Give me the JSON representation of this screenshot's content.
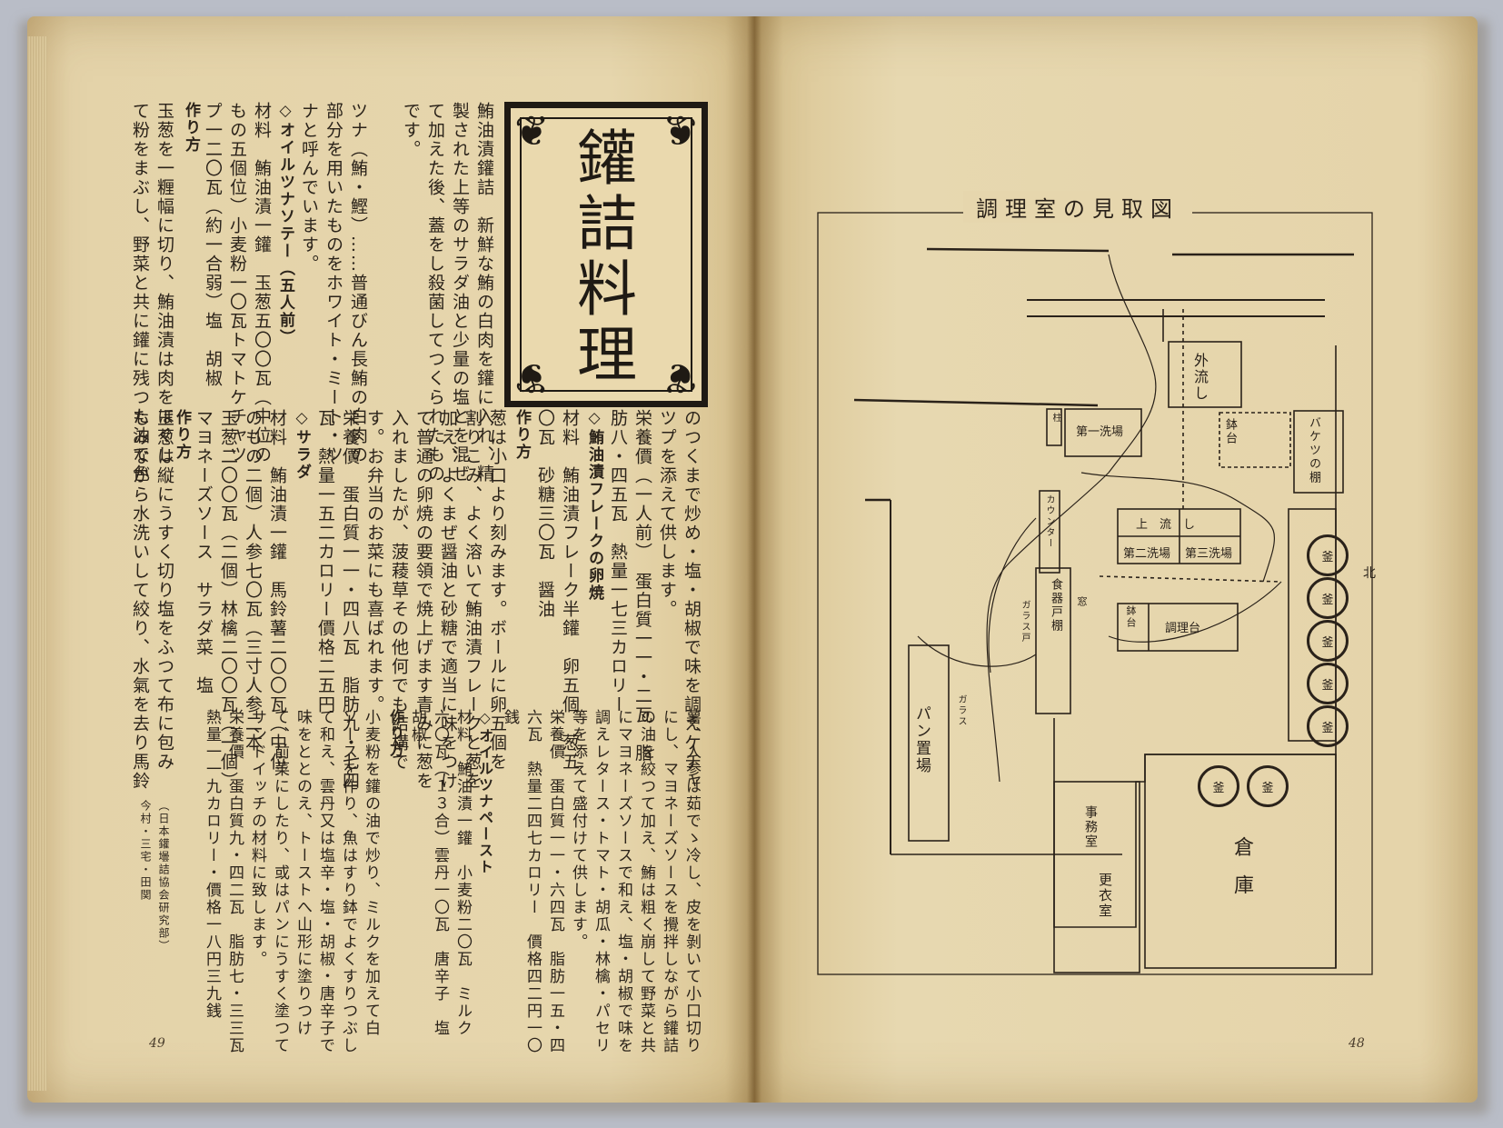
{
  "left_page": {
    "title": "鑵詰料理",
    "page_number": "49",
    "column_1": "鮪油漬鑵詰　新鮮な鮪の白肉を鑵に入れ、精\n製された上等のサラダ油と少量の塩とを混ぜ\nて加えた後、蓋をし殺菌してつくられたもの\nです。",
    "column_2": "ツナ（鮪・鰹）……普通びん長鮪の白肉の\n部分を用いたものをホワイト・ミート・ツ\nナと呼んでいます。",
    "section_oil_tuna_title": "◇オイルツナソテー（五人前）",
    "oil_tuna_materials": "材料　鮪油漬一鑵　玉葱五〇〇瓦（中位の\nもの五個位）小麦粉一〇瓦トマトケチャツ\nプ一二〇瓦（約一合弱）塩　胡椒",
    "oil_tuna_method_label": "作り方",
    "oil_tuna_method": "玉葱を一糎幅に切り、鮪油漬は肉をほぐし\nて粉をまぶし、野菜と共に鑵に残つた油で色",
    "lower_column_1": "のつくまで炒め・塩・胡椒で味を調えケチャ\nツプを添えて供します。\n栄養價（一人前）　蛋白質一一・二瓦　脂\n肪八・四五瓦　熱量一七三カロリー",
    "flake_title": "◇鮪油漬フレークの卵焼",
    "flake_materials": "材料　鮪油漬フレーク半鑵　卵五個　葱五\n〇瓦　砂糖三〇瓦　醤油",
    "flake_method_label": "作り方",
    "flake_method": "葱は小口より刻みます。ボールに卵五個を\n割りこみ、よく溶いて鮪油漬フレークと葱を\n加え、よくまぜ醤油と砂糖で適当に味をつけ\nて普通の卵焼の要領で焼上げます青みに葱を\n入れましたが、菠薐草その他何でも結構で\nす。お弁当のお菜にも喜ばれます。\n栄養價　蛋白質一一・四八瓦　脂肪九・七四\n瓦　熱量一五二カロリー價格二五円",
    "salad_title": "◇サラダ",
    "salad_materials": "材料　鮪油漬一鑵　馬鈴薯二〇〇瓦（中位\nのもの二個）人参七〇瓦（三寸人参二本\n玉葱二〇〇瓦（二個）林檎二〇〇瓦（一個）\nマヨネーズソース　サラダ菜　塩",
    "salad_method_label": "作り方",
    "salad_method": "玉葱は縦にうすく切り塩をふつて布に包み\nもみながら水洗いして絞り、水氣を去り馬鈴",
    "lower_column_2": "薯、人参は茹でゝ冷し、皮を剝いて小口切り\nにし、マヨネーズソースを攪拌しながら鑵詰\nの油を絞つて加え、鮪は粗く崩して野菜と共\nにマヨネーズソースで和え、塩・胡椒で味を\n調えレタース・トマト・胡瓜・林檎・パセリ\n等を添えて盛付けて供します。\n栄養價　蛋白質一一・六四瓦　脂肪一五・四\n六瓦　熱量二四七カロリー　價格四二円一〇\n銭",
    "paste_title": "◇オイルツナペースト",
    "paste_materials": "材料　鮪油漬一鑵　小麦粉二〇瓦　ミルク\n六〇瓦（１３合）雲丹一〇瓦　唐辛子　塩\n胡椒",
    "paste_method_label": "作り方",
    "paste_method": "小麦粉を鑵の油で炒り、ミルクを加えて白\nソースを作り、魚はすり鉢でよくすりつぶし\nて和え、雲丹又は塩辛・塩・胡椒・唐辛子で\n味をととのえ、トーストへ山形に塗りつけ\nて、前菜にしたり、或はパンにうすく塗つて\nサンドイッチの材料に致します。\n栄養價　蛋白質九・四二瓦　脂肪七・三三瓦\n熱量一一九カロリー・價格一八円三九銭",
    "credit": "（日本鑵壜詰協会研究部）\n今村・三宅・田関"
  },
  "right_page": {
    "page_number": "48",
    "diagram_title": "調理室の見取図",
    "labels": {
      "outer_sink": "外流し",
      "wash_1": "第一洗場",
      "wash_2": "第二洗場",
      "wash_3": "第三洗場",
      "upper_sink": "上　流　し",
      "prep_table_top": "鉢台",
      "prep_table_lower": "鉢台",
      "cooking_table": "調理台",
      "bucket_shelf": "バケツの棚",
      "counter": "カウンター",
      "dish_cupboard": "食器戸棚",
      "glass_door": "ガラス戸",
      "window": "窓",
      "bread_area": "パン置場",
      "glass_small": "ガラス",
      "office": "事務室",
      "changing_room": "更衣室",
      "storage": "倉庫",
      "north": "北",
      "stove": "釜",
      "left_post": "柱"
    }
  },
  "colors": {
    "ink": "#2a221a",
    "paper": "#e5d4aa",
    "background": "#b9bdc7"
  }
}
